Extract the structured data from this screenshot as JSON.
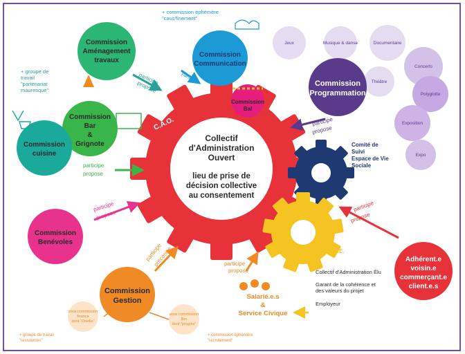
{
  "gear": {
    "title_l1": "Collectif",
    "title_l2": "d'Administration",
    "title_l3": "Ouvert",
    "sub_l1": "lieu de prise de",
    "sub_l2": "décision collective",
    "sub_l3": "au consentement",
    "logo": "C.A.O.",
    "color": "#e8323a"
  },
  "gear_csve": {
    "l1": "Comité de",
    "l2": "Suivi",
    "l3": "Espace de Vie",
    "l4": "Sociale",
    "color": "#1f3a73"
  },
  "gear_cae": {
    "logo": "C.A.E.",
    "role1": "Collectif d'Administration Élu",
    "role2_l1": "Garant de la cohérence et",
    "role2_l2": "des valeurs du projet",
    "role3": "Employeur",
    "color": "#f5c423"
  },
  "commissions": {
    "amenagement": {
      "l1": "Commission",
      "l2": "Aménagement",
      "l3": "travaux",
      "color": "#2bb673"
    },
    "communication": {
      "l1": "Commission",
      "l2": "Communication",
      "note_l1": "+ commission éphémère",
      "note_l2": "\"caus'finement\"",
      "color": "#1b9ad6"
    },
    "bal": {
      "l1": "Commission",
      "l2": "Bal",
      "color": "#e61d7c"
    },
    "programmation": {
      "l1": "Commission",
      "l2": "Programmation",
      "color": "#5a3a8a"
    },
    "bar": {
      "l1": "Commission",
      "l2": "Bar",
      "l3": "&",
      "l4": "Grignote",
      "color": "#39b54a"
    },
    "cuisine": {
      "l1": "Commission",
      "l2": "cuisine",
      "color": "#1aa99a"
    },
    "benevoles": {
      "l1": "Commission",
      "l2": "Benévoles",
      "color": "#e8338c"
    },
    "gestion": {
      "l1": "Commission",
      "l2": "Gestion",
      "color": "#f08a24"
    }
  },
  "groupe_travail": {
    "l1": "+ groupe de",
    "l2": "travail",
    "l3": "\"partenariat",
    "l4": "mauresque\""
  },
  "programmation_subs": [
    "Jeux",
    "Musique & danse",
    "Documentaire",
    "Concerts",
    "Théâtre",
    "Polyglotte",
    "Exposition",
    "Expo"
  ],
  "arrows": {
    "participe": "participe",
    "propose": "propose",
    "preconise": "préconise"
  },
  "salaries": {
    "l1": "Salarié.e.s",
    "l2": "&",
    "l3": "Service Civique"
  },
  "adherents": {
    "l1": "Adhérent.e",
    "l2": "voisin.e",
    "l3": "commerçant.e",
    "l4": "client.e.s",
    "color": "#e8323a"
  },
  "gestion_subs": {
    "s1_l1": "sous commission",
    "s1_l2": "finance",
    "s1_l3": "dont \"Oseille\"",
    "s2_l1": "sous commission",
    "s2_l2": "Bm",
    "s2_l3": "dont \"progrès\"",
    "g1_l1": "+ groupe de travail",
    "g1_l2": "\"ressources\"",
    "g2_l1": "+ commission éphémère",
    "g2_l2": "\"recrutement\""
  }
}
